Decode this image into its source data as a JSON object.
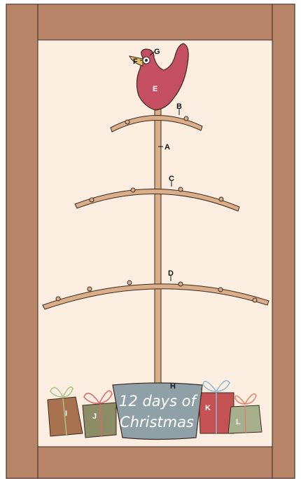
{
  "labels": {
    "A": "A",
    "B": "B",
    "C": "C",
    "D": "D",
    "E": "E",
    "F": "F",
    "G": "G",
    "H": "H",
    "I": "I",
    "J": "J",
    "K": "K",
    "L": "L"
  },
  "bucket_text": {
    "line1": "12 days of",
    "line2": "Christmas"
  },
  "colors": {
    "frame": "#b88468",
    "background": "#fbeee0",
    "wood": "#d9ae88",
    "bird": "#c44e62",
    "beak": "#e2c06e",
    "bucket": "#8fa0a6",
    "gift_brown": "#a8724e",
    "gift_olive": "#8c8c66",
    "gift_red": "#c45252",
    "gift_sage": "#a7b08d"
  },
  "icons": [
    "bird-ornament-icon",
    "button-icon",
    "gift-box-icon",
    "bow-icon",
    "bucket-icon"
  ]
}
